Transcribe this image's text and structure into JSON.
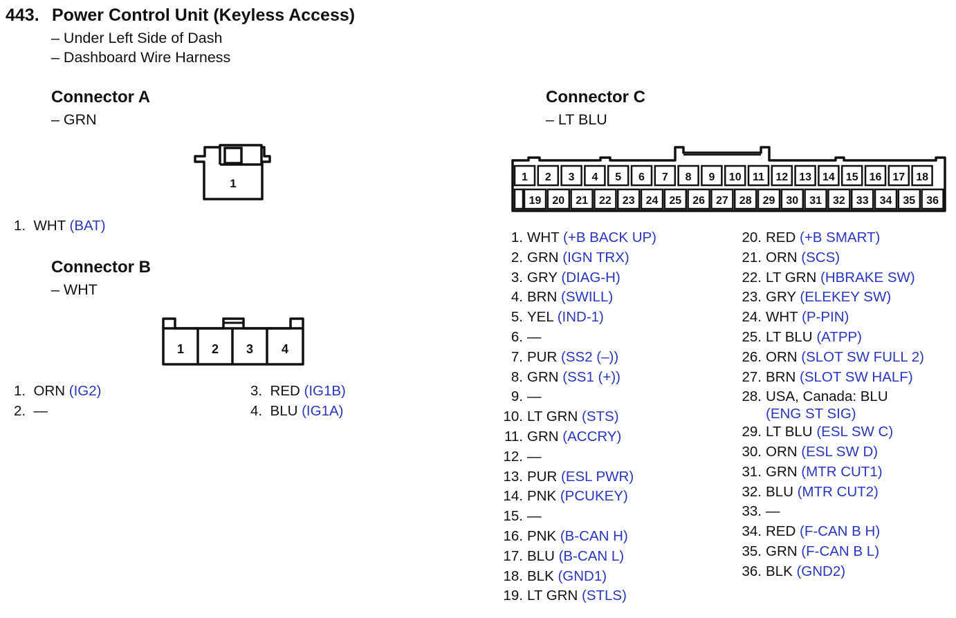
{
  "header": {
    "number": "443.",
    "title": "Power Control Unit (Keyless Access)",
    "location_lines": [
      "– Under Left Side of Dash",
      "– Dashboard Wire Harness"
    ]
  },
  "connector_a": {
    "title": "Connector A",
    "color": "– GRN",
    "cavity_labels": [
      "1"
    ],
    "pins": [
      {
        "num": "1.",
        "wire": "WHT",
        "signal": "(BAT)"
      }
    ]
  },
  "connector_b": {
    "title": "Connector B",
    "color": "– WHT",
    "cavity_labels": [
      "1",
      "2",
      "3",
      "4"
    ],
    "pins_left": [
      {
        "num": "1.",
        "wire": "ORN",
        "signal": "(IG2)"
      },
      {
        "num": "2.",
        "wire": "—",
        "signal": ""
      }
    ],
    "pins_right": [
      {
        "num": "3.",
        "wire": "RED",
        "signal": "(IG1B)"
      },
      {
        "num": "4.",
        "wire": "BLU",
        "signal": "(IG1A)"
      }
    ]
  },
  "connector_c": {
    "title": "Connector C",
    "color": "– LT BLU",
    "top_row_labels": [
      "1",
      "2",
      "3",
      "4",
      "5",
      "6",
      "7",
      "8",
      "9",
      "10",
      "11",
      "12",
      "13",
      "14",
      "15",
      "16",
      "17",
      "18"
    ],
    "bottom_row_labels": [
      "19",
      "20",
      "21",
      "22",
      "23",
      "24",
      "25",
      "26",
      "27",
      "28",
      "29",
      "30",
      "31",
      "32",
      "33",
      "34",
      "35",
      "36"
    ],
    "pins_left": [
      {
        "num": "1.",
        "wire": "WHT",
        "signal": "(+B BACK UP)"
      },
      {
        "num": "2.",
        "wire": "GRN",
        "signal": "(IGN TRX)"
      },
      {
        "num": "3.",
        "wire": "GRY",
        "signal": "(DIAG-H)"
      },
      {
        "num": "4.",
        "wire": "BRN",
        "signal": "(SWILL)"
      },
      {
        "num": "5.",
        "wire": "YEL",
        "signal": "(IND-1)"
      },
      {
        "num": "6.",
        "wire": "—",
        "signal": ""
      },
      {
        "num": "7.",
        "wire": "PUR",
        "signal": "(SS2 (–))"
      },
      {
        "num": "8.",
        "wire": "GRN",
        "signal": "(SS1 (+))"
      },
      {
        "num": "9.",
        "wire": "—",
        "signal": ""
      },
      {
        "num": "10.",
        "wire": "LT GRN",
        "signal": "(STS)"
      },
      {
        "num": "11.",
        "wire": "GRN",
        "signal": "(ACCRY)"
      },
      {
        "num": "12.",
        "wire": "—",
        "signal": ""
      },
      {
        "num": "13.",
        "wire": "PUR",
        "signal": "(ESL PWR)"
      },
      {
        "num": "14.",
        "wire": "PNK",
        "signal": "(PCUKEY)"
      },
      {
        "num": "15.",
        "wire": "—",
        "signal": ""
      },
      {
        "num": "16.",
        "wire": "PNK",
        "signal": "(B-CAN H)"
      },
      {
        "num": "17.",
        "wire": "BLU",
        "signal": "(B-CAN L)"
      },
      {
        "num": "18.",
        "wire": "BLK",
        "signal": "(GND1)"
      },
      {
        "num": "19.",
        "wire": "LT GRN",
        "signal": "(STLS)"
      }
    ],
    "pins_right": [
      {
        "num": "20.",
        "wire": "RED",
        "signal": "(+B SMART)"
      },
      {
        "num": "21.",
        "wire": "ORN",
        "signal": "(SCS)"
      },
      {
        "num": "22.",
        "wire": "LT GRN",
        "signal": "(HBRAKE SW)"
      },
      {
        "num": "23.",
        "wire": "GRY",
        "signal": "(ELEKEY SW)"
      },
      {
        "num": "24.",
        "wire": "WHT",
        "signal": "(P-PIN)"
      },
      {
        "num": "25.",
        "wire": "LT BLU",
        "signal": "(ATPP)"
      },
      {
        "num": "26.",
        "wire": "ORN",
        "signal": "(SLOT SW FULL 2)"
      },
      {
        "num": "27.",
        "wire": "BRN",
        "signal": "(SLOT SW HALF)"
      },
      {
        "num": "28.",
        "wire": "USA, Canada: BLU",
        "signal": "",
        "continuation": "(ENG ST SIG)"
      },
      {
        "num": "29.",
        "wire": "LT BLU",
        "signal": "(ESL SW C)"
      },
      {
        "num": "30.",
        "wire": "ORN",
        "signal": "(ESL SW D)"
      },
      {
        "num": "31.",
        "wire": "GRN",
        "signal": "(MTR CUT1)"
      },
      {
        "num": "32.",
        "wire": "BLU",
        "signal": "(MTR CUT2)"
      },
      {
        "num": "33.",
        "wire": "—",
        "signal": ""
      },
      {
        "num": "34.",
        "wire": "RED",
        "signal": "(F-CAN B H)"
      },
      {
        "num": "35.",
        "wire": "GRN",
        "signal": "(F-CAN B L)"
      },
      {
        "num": "36.",
        "wire": "BLK",
        "signal": "(GND2)"
      }
    ]
  },
  "colors": {
    "signal": "#2a35c0",
    "text": "#111111",
    "line": "#111111"
  }
}
